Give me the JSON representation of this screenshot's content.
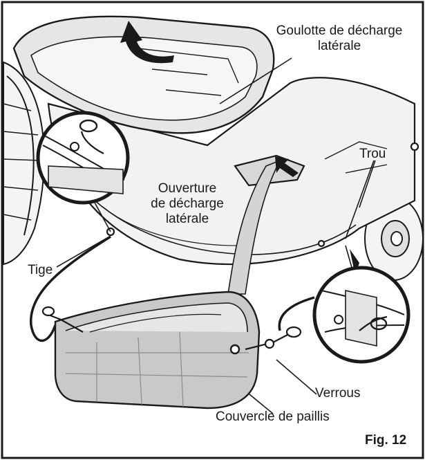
{
  "labels": {
    "goulotte_line1": "Goulotte de décharge",
    "goulotte_line2": "latérale",
    "ouverture_line1": "Ouverture",
    "ouverture_line2": "de décharge",
    "ouverture_line3": "latérale",
    "trou": "Trou",
    "tige": "Tige",
    "verrous": "Verrous",
    "couvercle": "Couvercle de paillis",
    "figure_number": "Fig. 12"
  },
  "colors": {
    "ink": "#1a1a1a",
    "deck_fill": "#f2f2f2",
    "chute_fill": "#e6e6e6",
    "cover_fill": "#c9c9c9",
    "frame": "#1a1a1a"
  }
}
